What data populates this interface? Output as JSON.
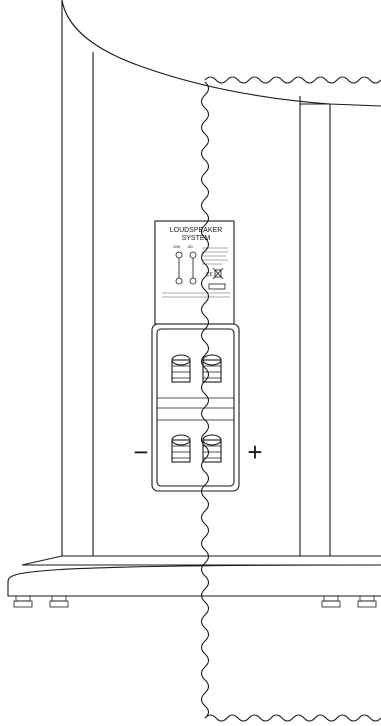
{
  "diagram": {
    "label_panel": {
      "title_line1": "LOUDSPEAKER",
      "title_line2": "SYSTEM",
      "input_label_1": "20W",
      "input_label_2": "8Ω"
    },
    "terminals": {
      "negative_symbol": "−",
      "positive_symbol": "+"
    },
    "line_color": "#1a1a1a",
    "background": "#ffffff"
  }
}
